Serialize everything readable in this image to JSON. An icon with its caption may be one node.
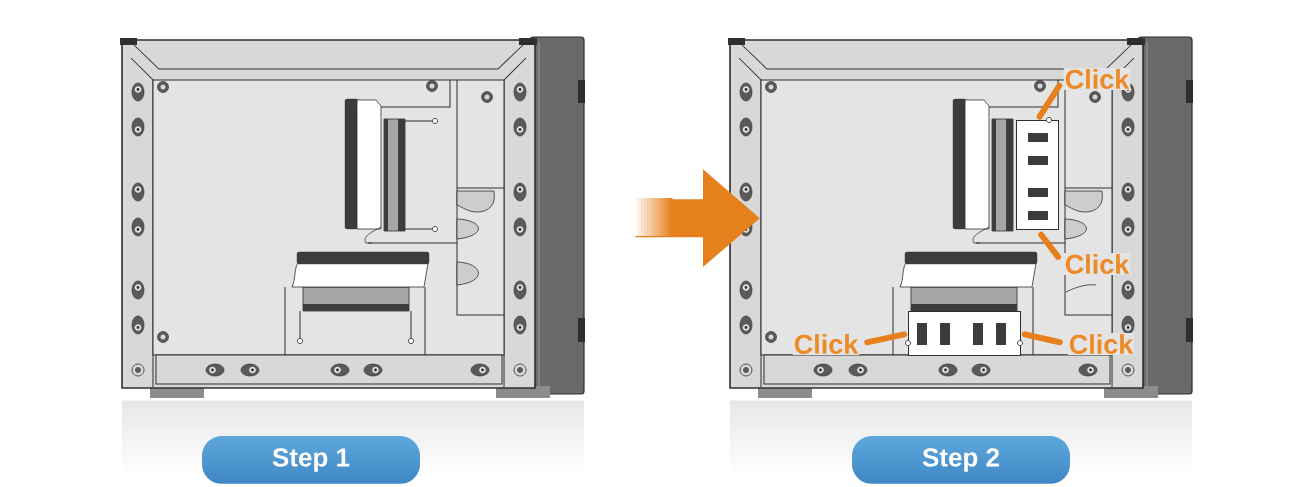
{
  "diagram": {
    "nodes": [
      {
        "text": [],
        "shape": "picture"
      },
      {
        "text": [],
        "shape": "picture"
      },
      {
        "text": [],
        "shape": "picture",
        "in": 1
      },
      {
        "text": [],
        "shape": "picture",
        "in": 1
      },
      {
        "text": [
          "Click"
        ],
        "in": 1
      },
      {
        "text": [
          "Click"
        ],
        "in": 1
      },
      {
        "text": [
          "Click"
        ],
        "in": 1
      },
      {
        "text": [
          "Click"
        ],
        "in": 1
      },
      {
        "text": [
          "Step 1"
        ]
      },
      {
        "text": [
          "Step 2"
        ]
      }
    ],
    "edges": [
      {
        "from": 0,
        "to": 1,
        "arrow": "to",
        "style": "thick"
      },
      {
        "from": 4,
        "to": 2,
        "arrow": "none"
      },
      {
        "from": 5,
        "to": 2,
        "arrow": "none"
      },
      {
        "from": 6,
        "to": 3,
        "arrow": "none"
      },
      {
        "from": 7,
        "to": 3,
        "arrow": "none"
      }
    ]
  }
}
